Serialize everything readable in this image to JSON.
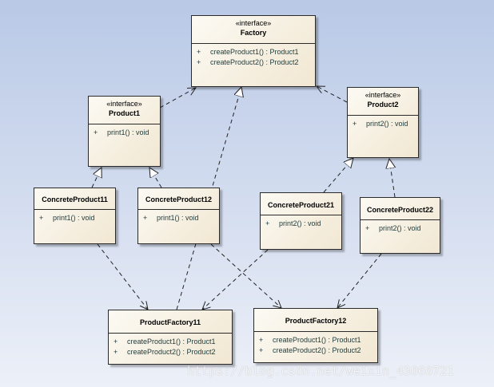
{
  "classes": {
    "factory": {
      "stereotype": "«interface»",
      "name": "Factory",
      "ops": [
        {
          "vis": "+",
          "text": "createProduct1() : Product1"
        },
        {
          "vis": "+",
          "text": "createProduct2() : Product2"
        }
      ]
    },
    "product1": {
      "stereotype": "«interface»",
      "name": "Product1",
      "ops": [
        {
          "vis": "+",
          "text": "print1() : void"
        }
      ]
    },
    "product2": {
      "stereotype": "«interface»",
      "name": "Product2",
      "ops": [
        {
          "vis": "+",
          "text": "print2() : void"
        }
      ]
    },
    "concrete11": {
      "name": "ConcreteProduct11",
      "ops": [
        {
          "vis": "+",
          "text": "print1() : void"
        }
      ]
    },
    "concrete12": {
      "name": "ConcreteProduct12",
      "ops": [
        {
          "vis": "+",
          "text": "print1() : void"
        }
      ]
    },
    "concrete21": {
      "name": "ConcreteProduct21",
      "ops": [
        {
          "vis": "+",
          "text": "print2() : void"
        }
      ]
    },
    "concrete22": {
      "name": "ConcreteProduct22",
      "ops": [
        {
          "vis": "+",
          "text": "print2() : void"
        }
      ]
    },
    "factory11": {
      "name": "ProductFactory11",
      "ops": [
        {
          "vis": "+",
          "text": "createProduct1() : Product1"
        },
        {
          "vis": "+",
          "text": "createProduct2() : Product2"
        }
      ]
    },
    "factory12": {
      "name": "ProductFactory12",
      "ops": [
        {
          "vis": "+",
          "text": "createProduct1() : Product1"
        },
        {
          "vis": "+",
          "text": "createProduct2() : Product2"
        }
      ]
    }
  },
  "watermark": "https://blog.csdn.net/weixin_43060721"
}
